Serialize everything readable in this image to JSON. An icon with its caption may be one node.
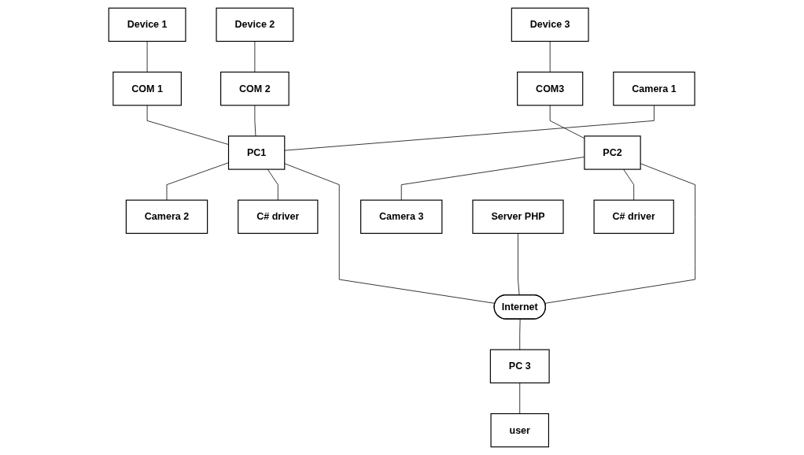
{
  "diagram": {
    "nodes": [
      {
        "text": [
          "Device 1"
        ]
      },
      {
        "text": [
          "Device 2"
        ]
      },
      {
        "text": [
          "Device 3"
        ]
      },
      {
        "text": [
          "COM 1"
        ]
      },
      {
        "text": [
          "COM 2"
        ]
      },
      {
        "text": [
          "COM3"
        ]
      },
      {
        "text": [
          "Camera 1"
        ]
      },
      {
        "text": [
          "PC1"
        ]
      },
      {
        "text": [
          "Camera 2"
        ]
      },
      {
        "text": [
          "PC2"
        ]
      },
      {
        "text": [
          "Camera 3"
        ]
      },
      {
        "text": [
          "C# driver"
        ]
      },
      {
        "text": [
          "C# driver"
        ]
      },
      {
        "text": [
          "Server PHP"
        ]
      },
      {
        "text": [
          "Internet"
        ]
      },
      {
        "text": [
          "PC 3"
        ]
      },
      {
        "text": [
          "user"
        ]
      }
    ],
    "edges": [
      {
        "from": 0,
        "to": 3,
        "arrow": "none"
      },
      {
        "from": 1,
        "to": 4,
        "arrow": "none"
      },
      {
        "from": 2,
        "to": 5,
        "arrow": "none"
      },
      {
        "from": 3,
        "to": 7,
        "arrow": "none"
      },
      {
        "from": 4,
        "to": 7,
        "arrow": "none"
      },
      {
        "from": 5,
        "to": 9,
        "arrow": "none"
      },
      {
        "from": 6,
        "to": 7,
        "arrow": "none"
      },
      {
        "from": 7,
        "to": 8,
        "arrow": "none"
      },
      {
        "from": 9,
        "to": 10,
        "arrow": "none"
      },
      {
        "from": 7,
        "to": 11,
        "arrow": "none"
      },
      {
        "from": 9,
        "to": 12,
        "arrow": "none"
      },
      {
        "from": 7,
        "to": 14,
        "arrow": "none"
      },
      {
        "from": 9,
        "to": 14,
        "arrow": "none"
      },
      {
        "from": 13,
        "to": 14,
        "arrow": "none"
      },
      {
        "from": 14,
        "to": 15,
        "arrow": "none"
      },
      {
        "from": 15,
        "to": 16,
        "arrow": "none"
      }
    ]
  }
}
